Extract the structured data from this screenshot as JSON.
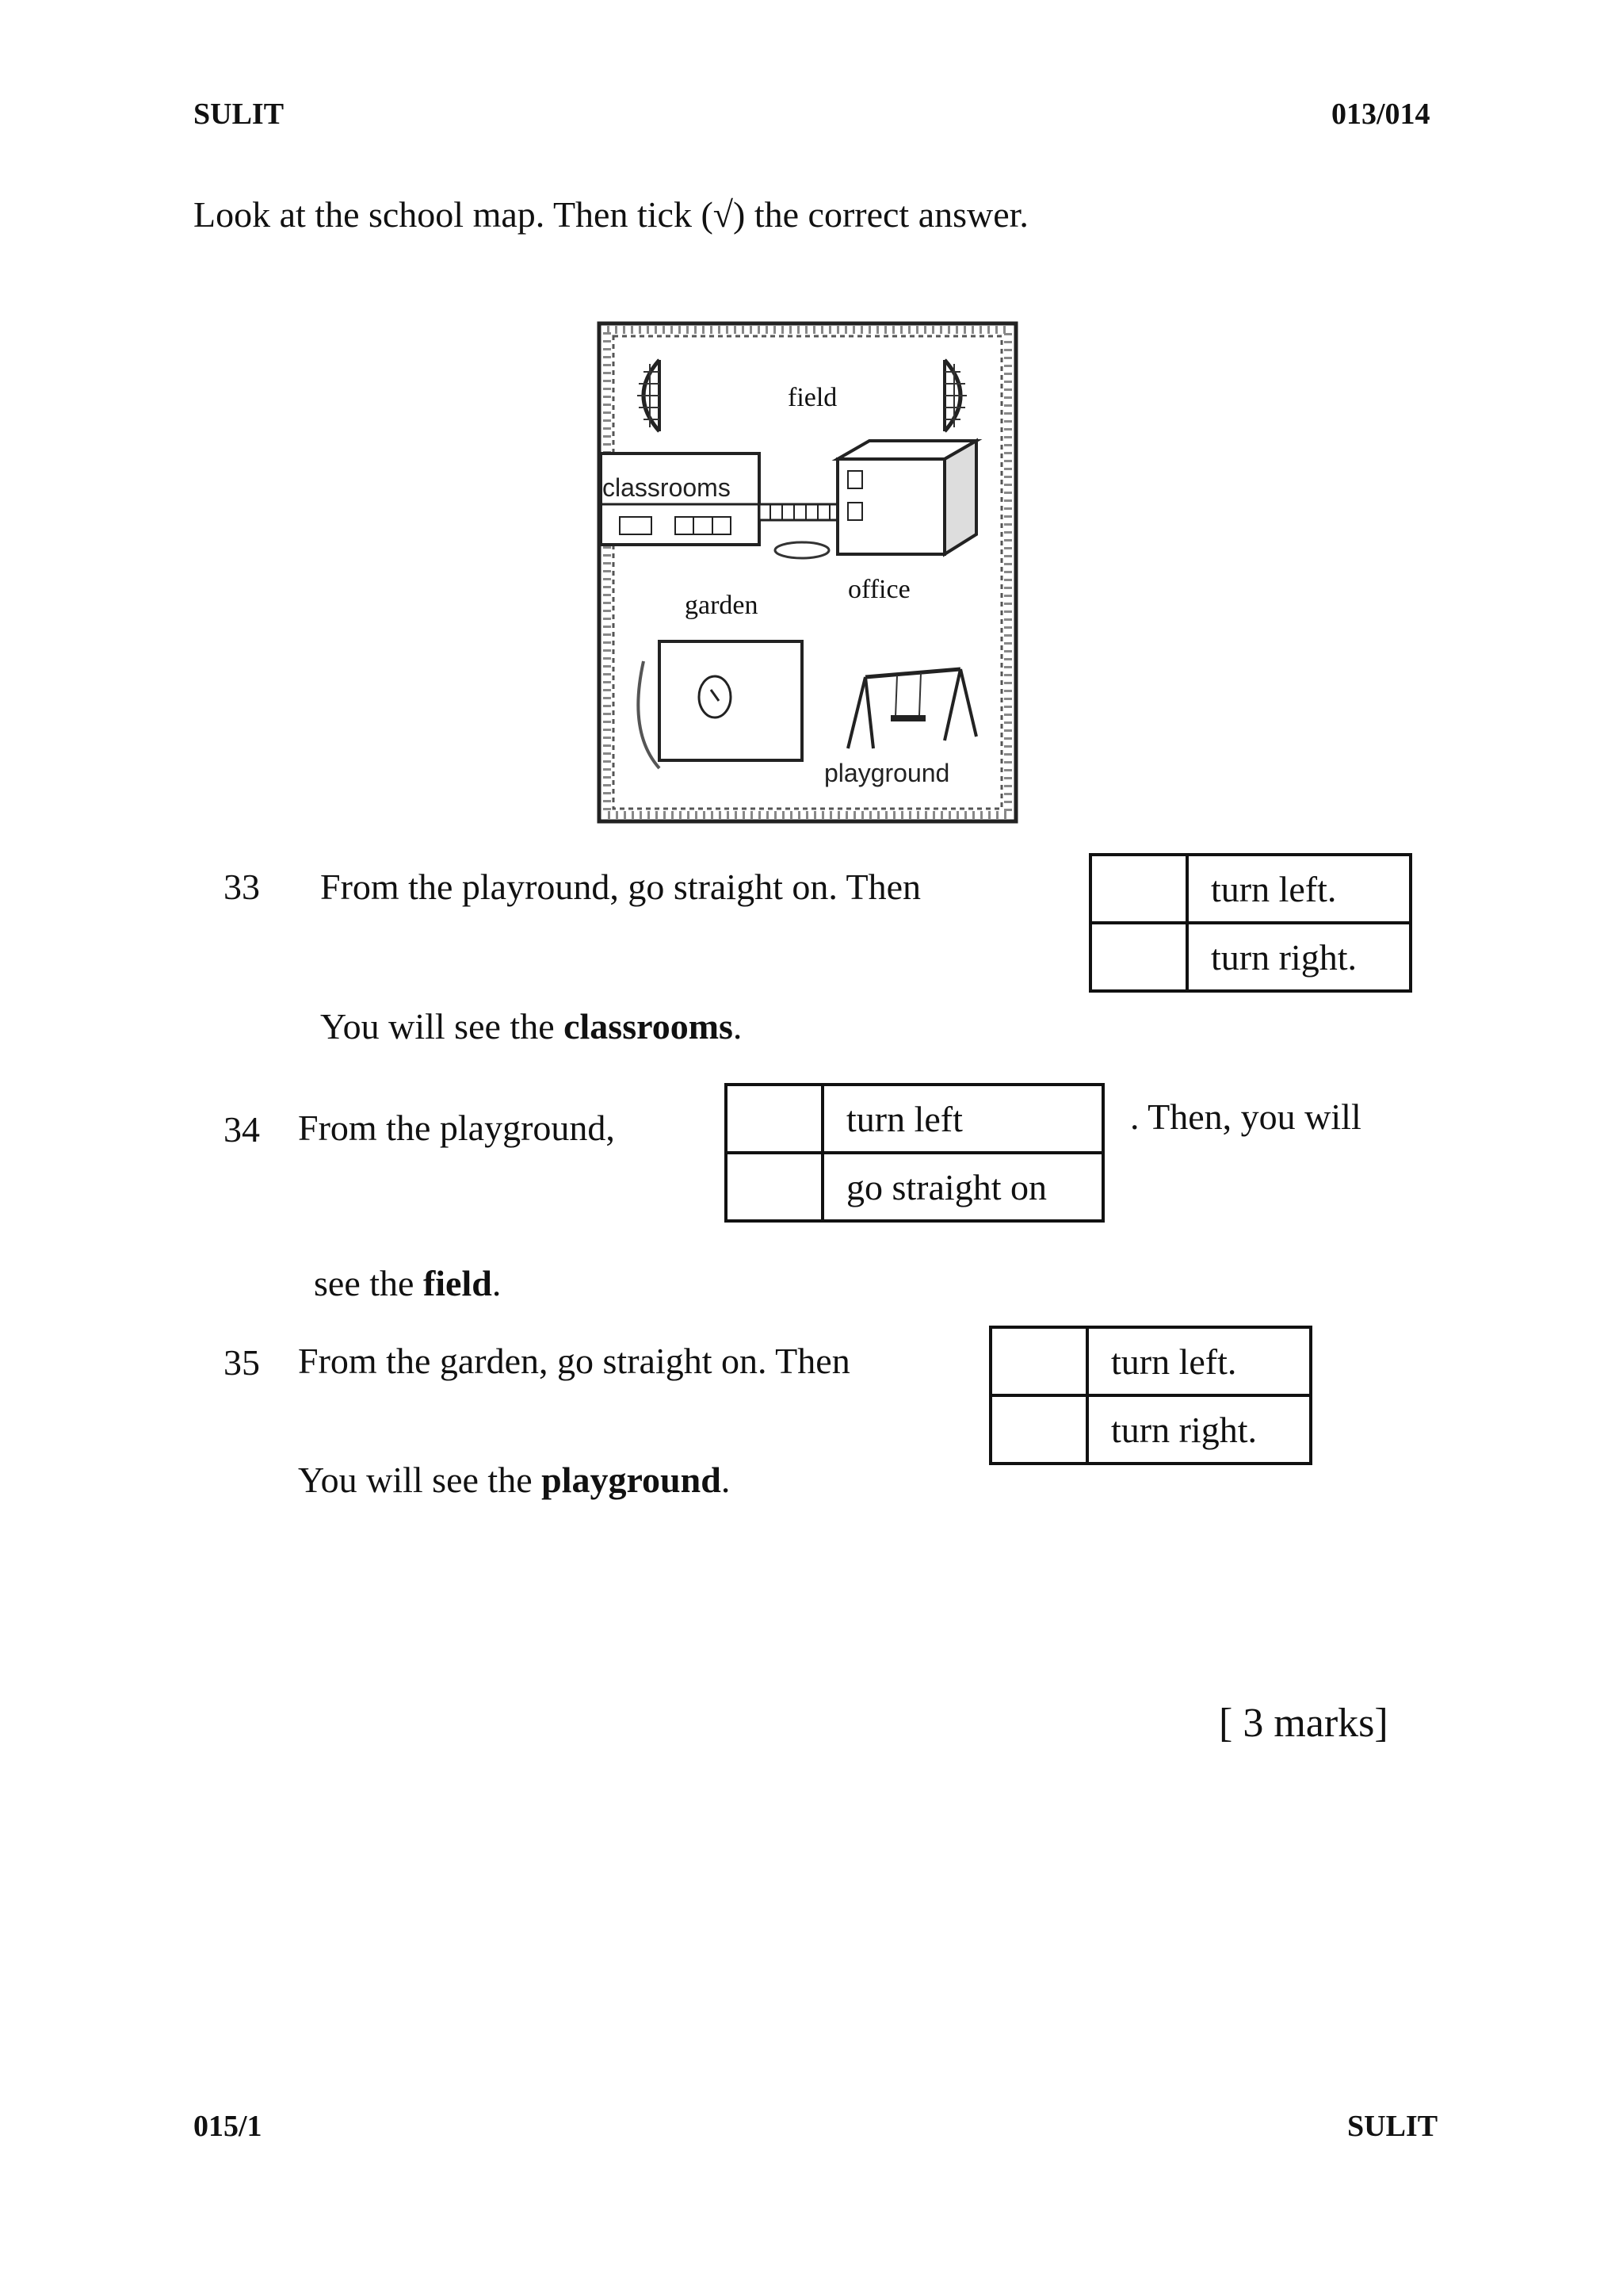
{
  "header": {
    "left": "SULIT",
    "right": "013/014"
  },
  "instruction": "Look at the school map. Then tick (√) the correct answer.",
  "map": {
    "labels": {
      "field": "field",
      "classrooms": "classrooms",
      "garden": "garden",
      "office": "office",
      "playground": "playground"
    }
  },
  "questions": [
    {
      "number": "33",
      "text": "From the playround, go straight on. Then",
      "options": [
        "turn left.",
        "turn right."
      ],
      "follow_pre": "You will see the ",
      "follow_bold": "classrooms",
      "follow_post": "."
    },
    {
      "number": "34",
      "text": "From the playground,",
      "options": [
        "turn left",
        "go straight on"
      ],
      "after_options": ". Then, you will",
      "follow_pre": "see the ",
      "follow_bold": "field",
      "follow_post": "."
    },
    {
      "number": "35",
      "text": "From the garden, go straight on. Then",
      "options": [
        "turn left.",
        "turn right."
      ],
      "follow_pre": "You will see the ",
      "follow_bold": "playground",
      "follow_post": "."
    }
  ],
  "marks": "[ 3 marks]",
  "footer": {
    "left": "015/1",
    "right": "SULIT"
  }
}
